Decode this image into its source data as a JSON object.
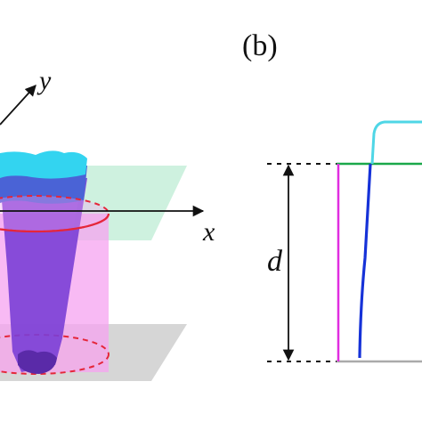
{
  "panel_b_label": "(b)",
  "axis_y_label": "y",
  "axis_x_label": "x",
  "dimension_label": "d",
  "colors": {
    "cyan": "#33d4f0",
    "blue_body": "#4a63d6",
    "purple_cone": "#7a3fd6",
    "pink_cylinder": "#f5a3f0",
    "red_ellipse": "#e5263a",
    "green_plane": "#c9f0dc",
    "gray_plane": "#cfcfcf",
    "green_line": "#1aa84a",
    "magenta_line": "#e02ee0",
    "blue_curve": "#1632d8",
    "cyan_curve": "#4fd6e6",
    "black": "#111111"
  }
}
